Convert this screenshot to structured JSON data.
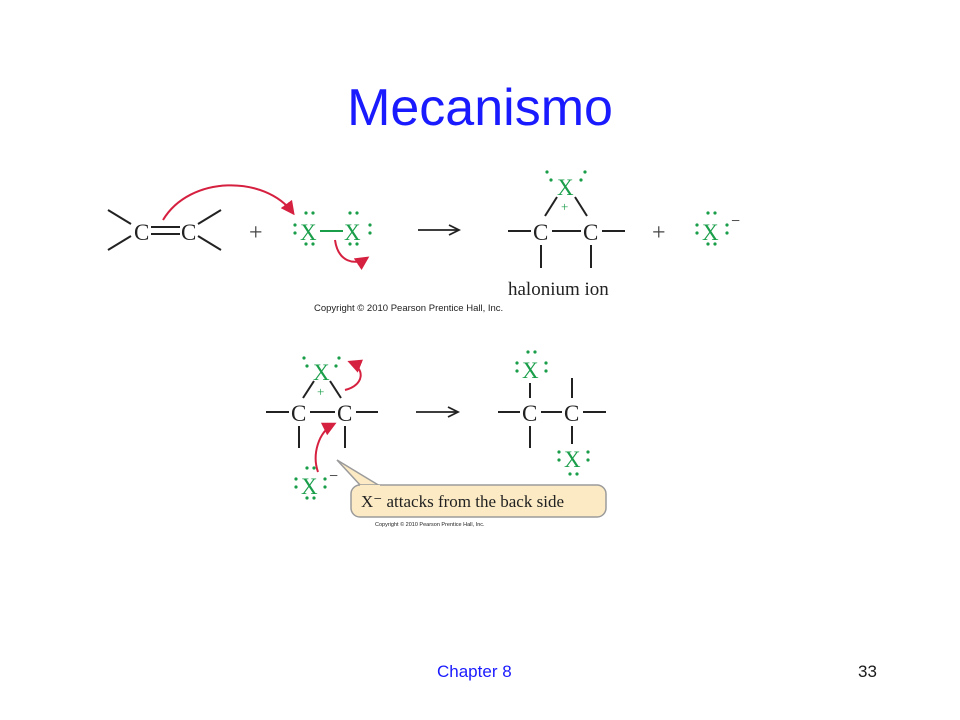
{
  "slide": {
    "title": "Mecanismo",
    "footer_left": "Chapter 8",
    "page_number": "33"
  },
  "reaction1": {
    "atom_c": "C",
    "atom_x": "X",
    "plus": "+",
    "charge_plus": "+",
    "charge_minus": "−",
    "label": "halonium ion",
    "copyright": "Copyright © 2010 Pearson Prentice Hall, Inc."
  },
  "reaction2": {
    "atom_c": "C",
    "atom_x": "X",
    "charge_plus": "+",
    "charge_minus": "−",
    "callout": "X⁻ attacks from the back side",
    "copyright": "Copyright © 2010 Pearson Prentice Hall, Inc."
  },
  "colors": {
    "title": "#1a1aff",
    "halogen": "#1a9e4a",
    "arrow": "#d62040",
    "callout_fill": "#fbeac4",
    "callout_stroke": "#9b9b9b"
  }
}
